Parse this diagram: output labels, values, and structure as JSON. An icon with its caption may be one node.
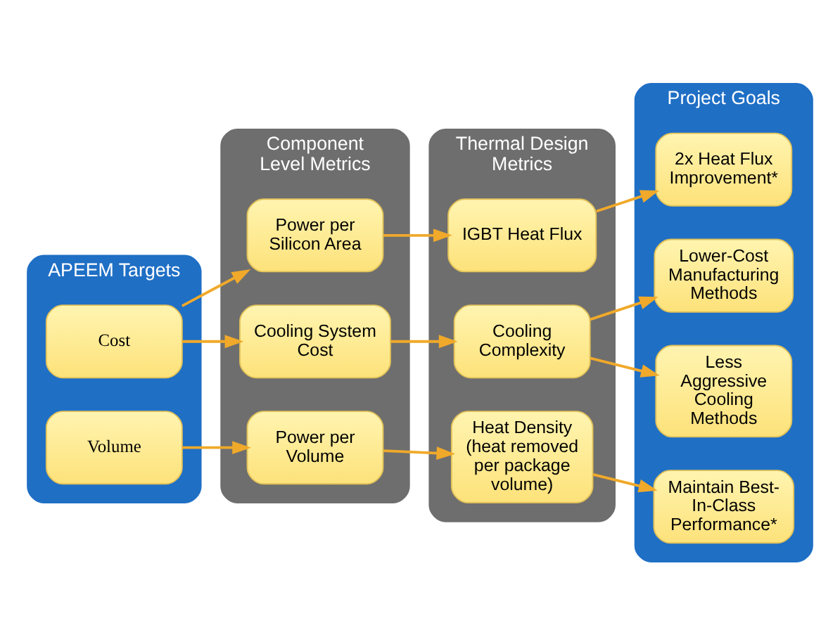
{
  "diagram": {
    "nodes": [
      {
        "text": [
          "APEEM Targets"
        ]
      },
      {
        "text": [
          "Cost"
        ],
        "in": 0
      },
      {
        "text": [
          "Volume"
        ],
        "in": 0
      },
      {
        "text": [
          "Component Level Metrics"
        ]
      },
      {
        "text": [
          "Power per Silicon Area"
        ],
        "in": 3
      },
      {
        "text": [
          "Cooling System Cost"
        ],
        "in": 3
      },
      {
        "text": [
          "Power per Volume"
        ],
        "in": 3
      },
      {
        "text": [
          "Thermal Design Metrics"
        ]
      },
      {
        "text": [
          "IGBT Heat Flux"
        ],
        "in": 7
      },
      {
        "text": [
          "Cooling Complexity"
        ],
        "in": 7
      },
      {
        "text": [
          "Heat Density (heat removed per package volume)"
        ],
        "in": 7
      },
      {
        "text": [
          "Project Goals"
        ]
      },
      {
        "text": [
          "2x Heat Flux Improvement*"
        ],
        "in": 11
      },
      {
        "text": [
          "Lower-Cost Manufacturing Methods"
        ],
        "in": 11
      },
      {
        "text": [
          "Less Aggressive Cooling Methods"
        ],
        "in": 11
      },
      {
        "text": [
          "Maintain Best-In-Class Performance*"
        ],
        "in": 11
      }
    ],
    "edges": [
      {
        "from": 1,
        "to": 4,
        "arrow": "to"
      },
      {
        "from": 1,
        "to": 5,
        "arrow": "to"
      },
      {
        "from": 2,
        "to": 6,
        "arrow": "to"
      },
      {
        "from": 4,
        "to": 8,
        "arrow": "to"
      },
      {
        "from": 5,
        "to": 9,
        "arrow": "to"
      },
      {
        "from": 6,
        "to": 10,
        "arrow": "to"
      },
      {
        "from": 8,
        "to": 12,
        "arrow": "to"
      },
      {
        "from": 9,
        "to": 13,
        "arrow": "to"
      },
      {
        "from": 9,
        "to": 14,
        "arrow": "to"
      },
      {
        "from": 10,
        "to": 15,
        "arrow": "to"
      }
    ]
  }
}
